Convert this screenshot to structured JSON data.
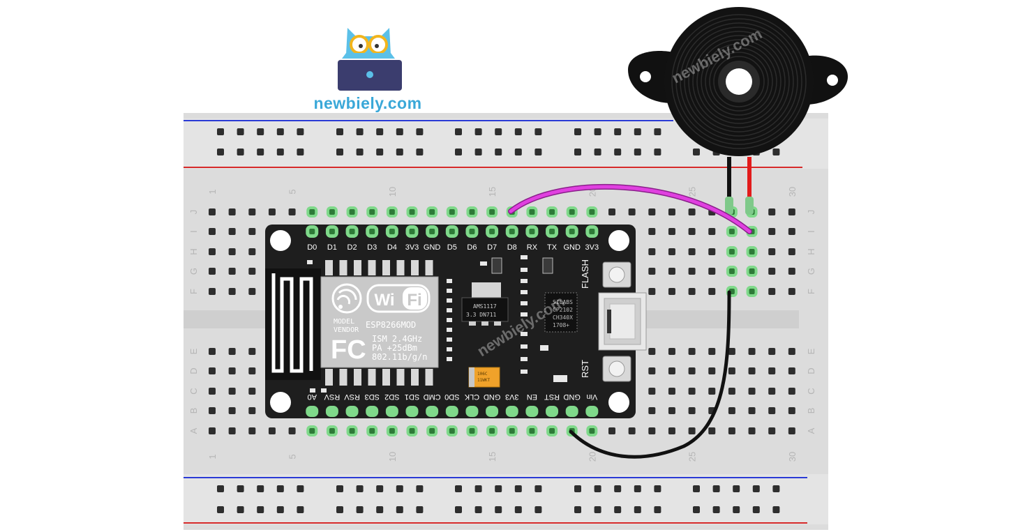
{
  "brand": {
    "name": "newbiely.com",
    "color": "#3aa8d8"
  },
  "watermarks": {
    "buzzer": "newbiely.com",
    "board": "newbiely.com"
  },
  "breadboard": {
    "column_numbers": [
      "1",
      "5",
      "10",
      "15",
      "20",
      "25",
      "30"
    ],
    "rows_top": [
      "J",
      "I",
      "H",
      "G",
      "F"
    ],
    "rows_bottom": [
      "E",
      "D",
      "C",
      "B",
      "A"
    ]
  },
  "board": {
    "top_pins": [
      "D0",
      "D1",
      "D2",
      "D3",
      "D4",
      "3V3",
      "GND",
      "D5",
      "D6",
      "D7",
      "D8",
      "RX",
      "TX",
      "GND",
      "3V3"
    ],
    "bottom_pins": [
      "A0",
      "RSV",
      "RSV",
      "SD3",
      "SD2",
      "SD1",
      "CMD",
      "SD0",
      "CLK",
      "GND",
      "3V3",
      "EN",
      "RST",
      "GND",
      "Vin"
    ],
    "buttons": {
      "flash": "FLASH",
      "reset": "RST"
    },
    "module": {
      "wifi_label": "Wi Fi",
      "fcc_label": "FC",
      "model_label": "MODEL",
      "vendor_label": "VENDOR",
      "model_value": "ESP8266MOD",
      "ism_line": "ISM 2.4GHz",
      "pa_line": "PA  +25dBm",
      "std_line": "802.11b/g/n"
    },
    "regulator": {
      "line1": "AMS1117",
      "line2": "3.3  DN711"
    },
    "usb_chip": {
      "line1": "SILABS",
      "line2": "CP2102",
      "line3": "CH340X",
      "line4": "1708+"
    },
    "capacitor": {
      "line1": "106C",
      "line2": "11WKT"
    }
  },
  "wires": {
    "signal_color": "#e040e0",
    "ground_color": "#111111",
    "buzzer_positive": "#e21b1b",
    "buzzer_negative": "#111111"
  }
}
